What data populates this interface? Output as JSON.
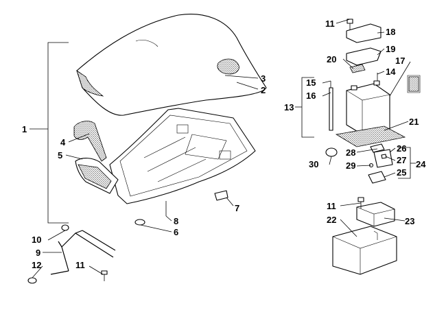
{
  "diagram": {
    "callouts": [
      "1",
      "2",
      "3",
      "4",
      "5",
      "6",
      "7",
      "8",
      "9",
      "10",
      "11",
      "11",
      "12",
      "13",
      "14",
      "15",
      "16",
      "17",
      "18",
      "19",
      "20",
      "21",
      "22",
      "23",
      "24",
      "25",
      "26",
      "27",
      "28",
      "29",
      "30",
      "11"
    ]
  }
}
